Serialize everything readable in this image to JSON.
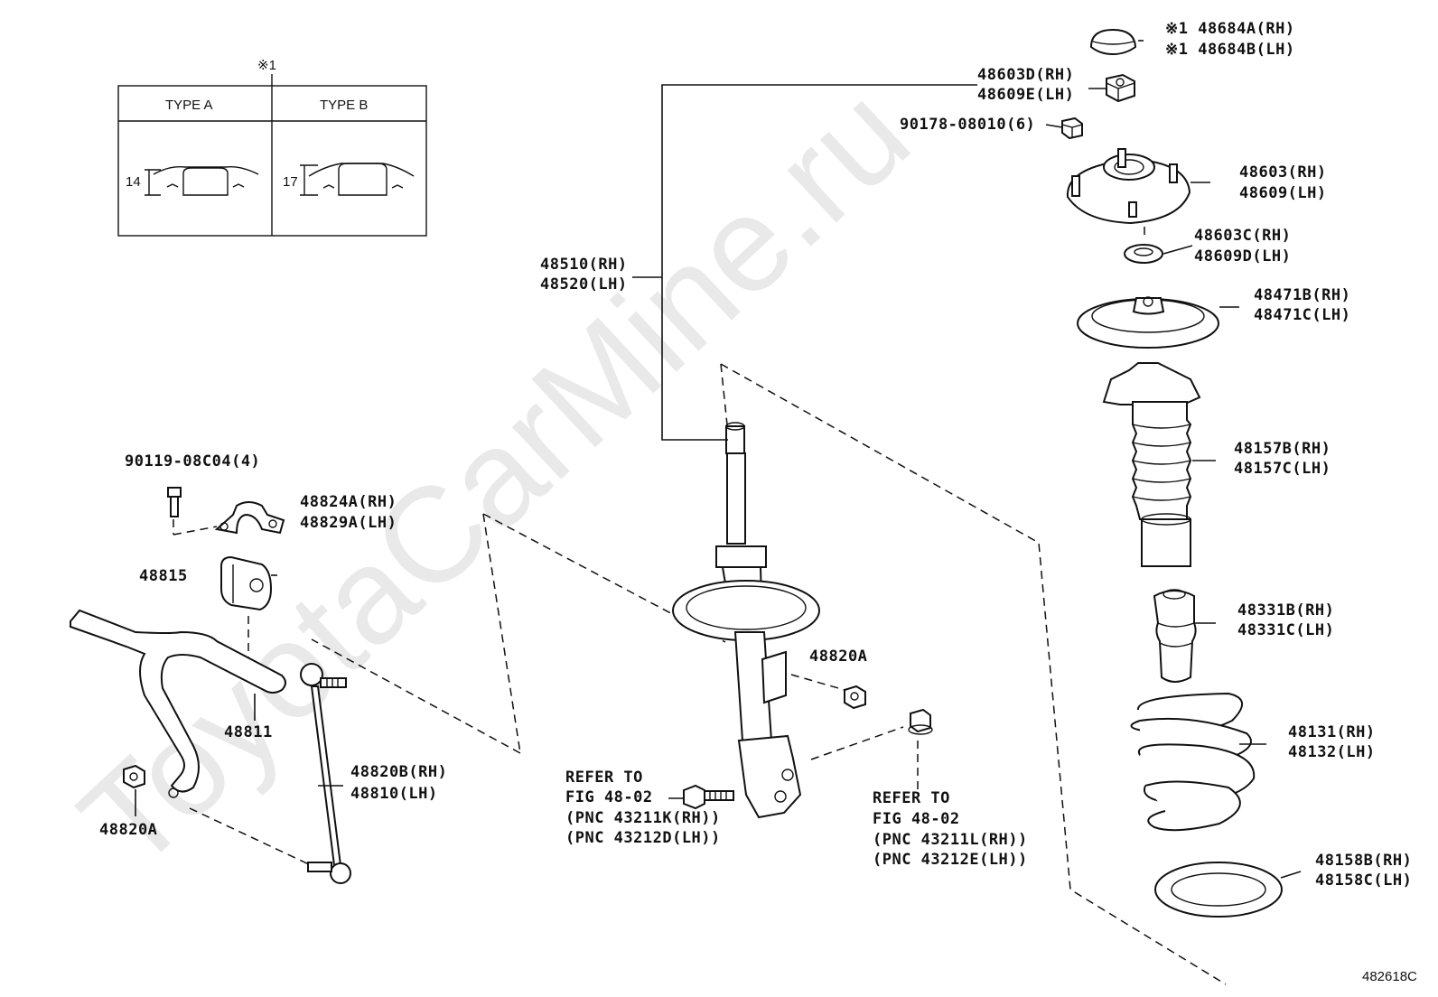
{
  "watermark": "ToyotaCarMine.ru",
  "figure_code": "482618C",
  "inset": {
    "note_mark": "※1",
    "types": [
      {
        "label": "TYPE A",
        "dimension": "14"
      },
      {
        "label": "TYPE B",
        "dimension": "17"
      }
    ]
  },
  "labels": {
    "cap": [
      "※1 48684A(RH)",
      "※1 48684B(LH)"
    ],
    "nut_top": [
      "48603D(RH)",
      "48609E(LH)"
    ],
    "nut_small": [
      "90178-08010(6)"
    ],
    "mount": [
      "48603(RH)",
      "48609(LH)"
    ],
    "bearing": [
      "48603C(RH)",
      "48609D(LH)"
    ],
    "upper_seat": [
      "48471B(RH)",
      "48471C(LH)"
    ],
    "boot": [
      "48157B(RH)",
      "48157C(LH)"
    ],
    "bumper": [
      "48331B(RH)",
      "48331C(LH)"
    ],
    "spring": [
      "48131(RH)",
      "48132(LH)"
    ],
    "lower_insulator": [
      "48158B(RH)",
      "48158C(LH)"
    ],
    "strut": [
      "48510(RH)",
      "48520(LH)"
    ],
    "bolt_bracket": [
      "90119-08C04(4)"
    ],
    "bracket": [
      "48824A(RH)",
      "48829A(LH)"
    ],
    "bushing": [
      "48815"
    ],
    "stabilizer_bar": [
      "48811"
    ],
    "link": [
      "48820B(RH)",
      "48810(LH)"
    ],
    "nut_link_strut": [
      "48820A"
    ],
    "nut_bar": [
      "48820A"
    ],
    "refer_left": [
      "REFER TO",
      "FIG 48-02",
      "(PNC 43211K(RH))",
      "(PNC 43212D(LH))"
    ],
    "refer_right": [
      "REFER TO",
      "FIG 48-02",
      "(PNC 43211L(RH))",
      "(PNC 43212E(LH))"
    ]
  }
}
